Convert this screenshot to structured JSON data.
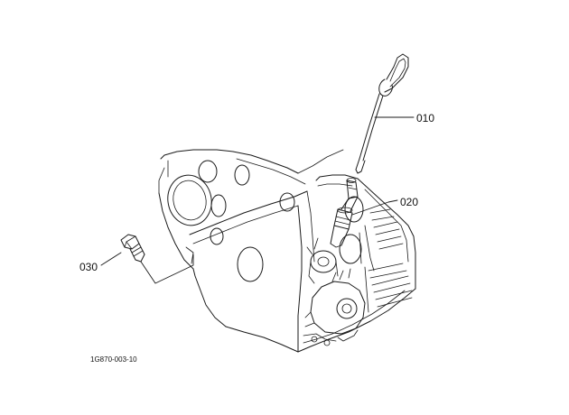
{
  "diagram": {
    "callouts": [
      {
        "id": "dipstick",
        "label": "010"
      },
      {
        "id": "guide-pipe",
        "label": "020"
      },
      {
        "id": "plug",
        "label": "030"
      }
    ],
    "drawing_code": "1G870-003-10"
  }
}
